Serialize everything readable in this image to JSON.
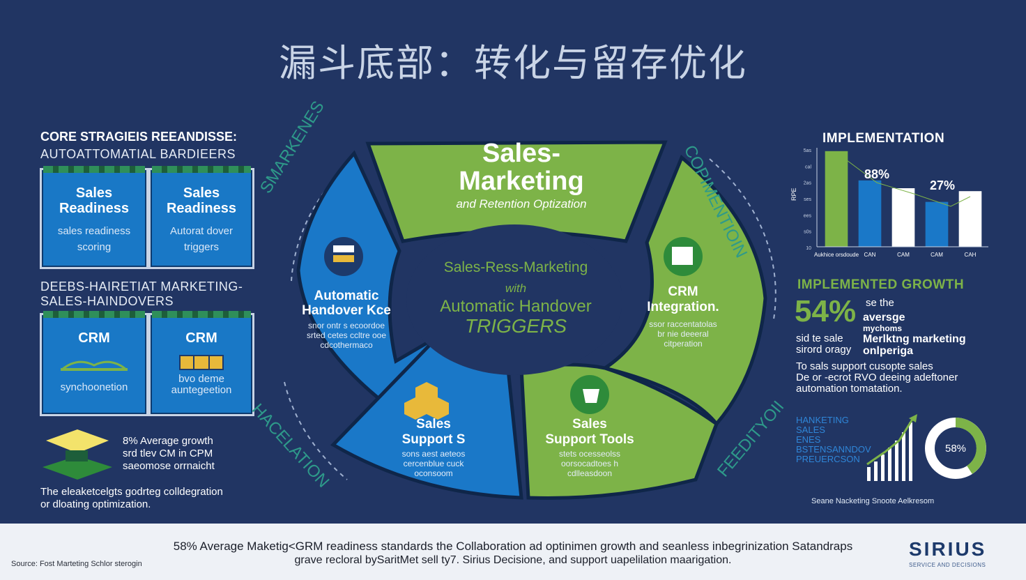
{
  "title": "漏斗底部：转化与留存优化",
  "left": {
    "heading1": "CORE STRAGIEIS REEANDISSE:",
    "subheading1": "AUTOATTOMATIAL BARDIEERS",
    "card1": {
      "title": "Sales Readiness",
      "sub": "sales readiness scoring"
    },
    "card2": {
      "title": "Sales Readiness",
      "sub": "Autorat dover triggers"
    },
    "heading2": "DEEBS-HAIRETIAT MARKETING-",
    "subheading2": "SALES-HAINDOVERS",
    "card3": {
      "title": "CRM",
      "sub": "synchoonetion"
    },
    "card4": {
      "title": "CRM",
      "sub": "bvo deme auntegeetion"
    },
    "note1": "8% Average growth\nsrd tlev CM in CPM\nsaeomose orrnaicht",
    "note2": "The eleaketcelgts godrteg colldegration\nor dloating optimization."
  },
  "wheel": {
    "top": {
      "title": "Sales-\nMarketing",
      "sub": "and Retention Optization"
    },
    "left": {
      "title": "Automatic\nHandover Kce",
      "sub": "snor ontr s ecoordoe\nsrted cetes ccltre ooe\ncdcothermaco"
    },
    "right": {
      "title": "CRM\nIntegration.",
      "sub": "ssor raccentatolas\nbr nie deeeral\ncitperation"
    },
    "bottom_left": {
      "title": "Sales\nSupport S",
      "sub": "sons aest aeteos\ncercenblue cuck\noconsoom"
    },
    "bottom_right": {
      "title": "Sales\nSupport Tools",
      "sub": "stets ocesseolss\noorsocadtoes h\ncdlleasdoon"
    },
    "center_line1": "Sales-Ress-Marketing",
    "center_line2": "with",
    "center_line3": "Automatic Handover",
    "center_line4": "TRIGGERS",
    "ring_left": "SMARKENES",
    "ring_right": "COPIMENTIOIN",
    "ring_bottom_left": "HACELATION",
    "ring_bottom_right": "FEEDITYOII"
  },
  "right": {
    "heading": "IMPLEMENTATION",
    "chart_label_1": "88%",
    "chart_label_2": "27%",
    "growth_heading": "IMPLEMENTED GROWTH",
    "big_pct": "54%",
    "growth_lines": [
      "se the",
      "aversge",
      "mychoms",
      "Merlktng marketing",
      "onlperiga"
    ],
    "growth_left": [
      "sid te sale",
      "sirord oragy"
    ],
    "support_text": "To sals support cusopte sales\nDe or -ecrot RVO deeing adeftoner\nautomation tomatation.",
    "blue_list": "HANKETING\nSALES\nENES\nBSTENSANNDOV\nPREUERCSON",
    "donut_label": "58%",
    "source_note": "Seane Nacketing Snoote Aelkresom"
  },
  "chart_data": {
    "type": "bar",
    "categories": [
      "Aukhice orsdoude",
      "CAN",
      "CAM",
      "CAM",
      "CAH"
    ],
    "values": [
      98,
      68,
      60,
      46,
      57
    ],
    "colors": [
      "#7db348",
      "#1a78c8",
      "#ffffff",
      "#1a78c8",
      "#ffffff"
    ],
    "ylabel": "RPE",
    "ytick_labels": [
      "5as",
      "cal",
      "2as",
      "ses",
      "ees",
      "s0s",
      "10"
    ],
    "ylim": [
      0,
      100
    ]
  },
  "footer": {
    "line1": "58% Average Maketig<GRM readiness standards the Collaboration ad optinimen growth and seanless inbegrinization Satandraps",
    "line2": "grave recloral  bySaritMet sell ty7.  Sirius Decisione, and support uapelilation maarigation.",
    "source": "Source: Fost Marteting Schlor sterogin",
    "logo": "SIRIUS",
    "logo_sub": "SERVICE AND DECISIONS"
  },
  "colors": {
    "background": "#213563",
    "blue": "#1a78c8",
    "green": "#7db348",
    "footer": "#eef1f6"
  }
}
